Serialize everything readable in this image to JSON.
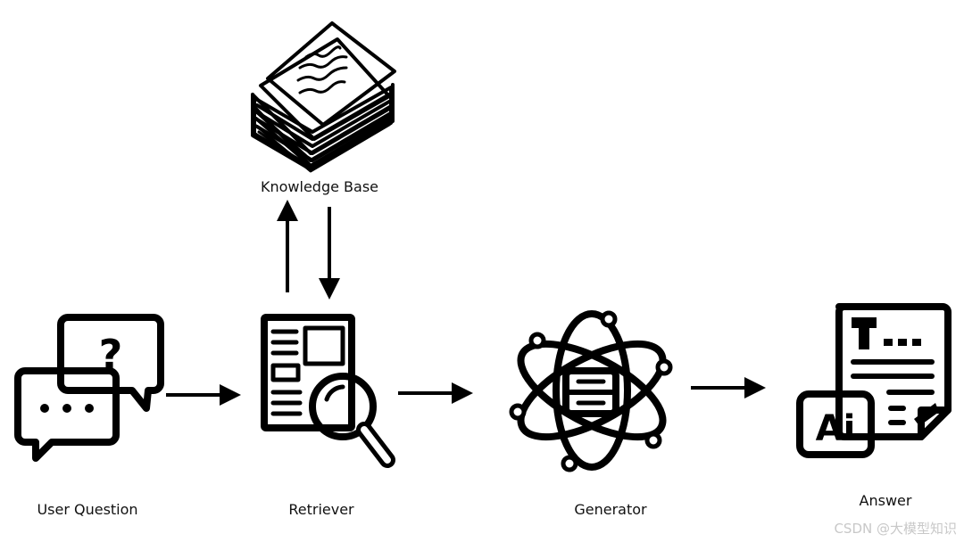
{
  "nodes": {
    "knowledge_base": {
      "label": "Knowledge Base",
      "icon": "document-stack-icon"
    },
    "user_question": {
      "label": "User Question",
      "icon": "chat-bubbles-icon"
    },
    "retriever": {
      "label": "Retriever",
      "icon": "document-search-icon"
    },
    "generator": {
      "label": "Generator",
      "icon": "atom-server-icon"
    },
    "answer": {
      "label": "Answer",
      "icon": "ai-document-icon"
    }
  },
  "icon_glyphs": {
    "question_mark": "?",
    "ai_badge": "Ai"
  },
  "watermark": "CSDN @大模型知识",
  "colors": {
    "ink": "#000000",
    "watermark": "#c8c8c8"
  }
}
